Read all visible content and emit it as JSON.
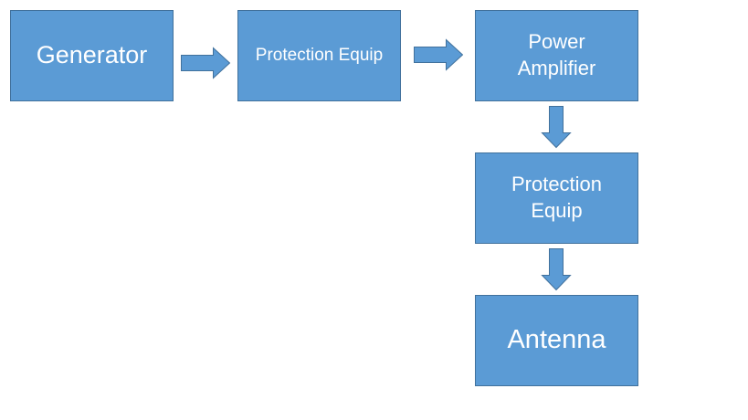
{
  "colors": {
    "box_fill": "#5b9bd5",
    "box_border": "#41719c",
    "text": "#ffffff",
    "arrow_fill": "#5b9bd5",
    "arrow_border": "#41719c"
  },
  "nodes": {
    "generator": "Generator",
    "protection_1": "Protection Equip",
    "power_amp": "Power\nAmplifier",
    "protection_2": "Protection\nEquip",
    "antenna": "Antenna"
  },
  "edges": [
    {
      "from": "generator",
      "to": "protection_1"
    },
    {
      "from": "protection_1",
      "to": "power_amp"
    },
    {
      "from": "power_amp",
      "to": "protection_2"
    },
    {
      "from": "protection_2",
      "to": "antenna"
    }
  ]
}
